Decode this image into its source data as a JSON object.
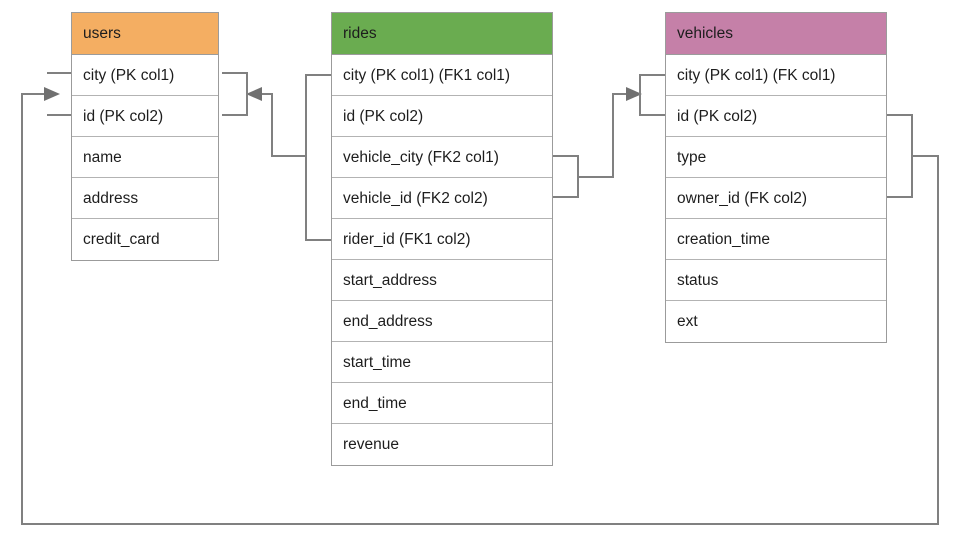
{
  "diagram": {
    "title": "ride-sharing schema entity relationship diagram",
    "type": "er-diagram",
    "background_color": "#ffffff",
    "line_color": "#808080"
  },
  "entities": [
    {
      "id": "users",
      "name": "users",
      "header_color": "#f4ae62",
      "columns": [
        {
          "label": "city (PK col1)"
        },
        {
          "label": "id (PK col2)"
        },
        {
          "label": "name"
        },
        {
          "label": "address"
        },
        {
          "label": "credit_card"
        }
      ]
    },
    {
      "id": "rides",
      "name": "rides",
      "header_color": "#6aac50",
      "columns": [
        {
          "label": "city (PK col1) (FK1 col1)"
        },
        {
          "label": "id (PK col2)"
        },
        {
          "label": "vehicle_city (FK2 col1)"
        },
        {
          "label": "vehicle_id (FK2 col2)"
        },
        {
          "label": "rider_id (FK1 col2)"
        },
        {
          "label": "start_address"
        },
        {
          "label": "end_address"
        },
        {
          "label": "start_time"
        },
        {
          "label": "end_time"
        },
        {
          "label": "revenue"
        }
      ]
    },
    {
      "id": "vehicles",
      "name": "vehicles",
      "header_color": "#c580a8",
      "columns": [
        {
          "label": "city (PK col1) (FK col1)"
        },
        {
          "label": "id (PK col2)"
        },
        {
          "label": "type"
        },
        {
          "label": "owner_id (FK col2)"
        },
        {
          "label": "creation_time"
        },
        {
          "label": "status"
        },
        {
          "label": "ext"
        }
      ]
    }
  ],
  "relationships": [
    {
      "id": "rides-rider-to-users",
      "from": "rides.city + rides.rider_id",
      "to": "users.city + users.id",
      "direction": "left",
      "arrow": true
    },
    {
      "id": "rides-vehicle-to-vehicles",
      "from": "rides.vehicle_city + rides.vehicle_id",
      "to": "vehicles.city + vehicles.id",
      "direction": "right",
      "arrow": true
    },
    {
      "id": "vehicles-owner-to-users",
      "from": "vehicles.id + vehicles.owner_id",
      "to": "users.city + users.id",
      "direction": "left",
      "arrow": true
    }
  ]
}
